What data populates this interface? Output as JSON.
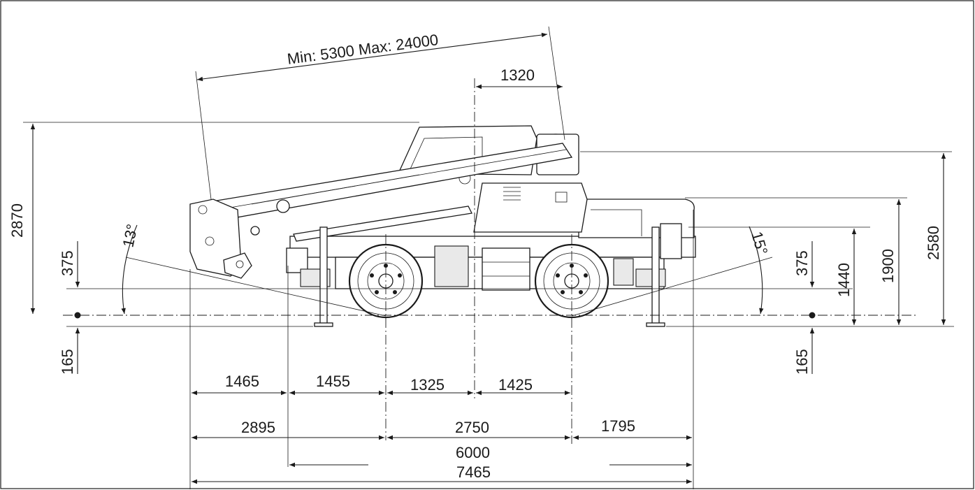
{
  "dimensions": {
    "boom_length": "Min: 5300 Max: 24000",
    "boom_pivot_offset": "1320",
    "height_max": "2870",
    "height_2580": "2580",
    "height_1900": "1900",
    "height_1440": "1440",
    "outrigger_up_left": "375",
    "outrigger_up_right": "375",
    "outrigger_down_left": "165",
    "outrigger_down_right": "165",
    "angle_front": "13°",
    "angle_rear": "15°",
    "front_overhang_a": "1465",
    "front_overhang_b": "1455",
    "axle_to_center_front": "1325",
    "axle_to_center_rear": "1425",
    "front_overhang": "2895",
    "wheelbase": "2750",
    "rear_overhang": "1795",
    "outrigger_span": "6000",
    "overall_length": "7465"
  }
}
